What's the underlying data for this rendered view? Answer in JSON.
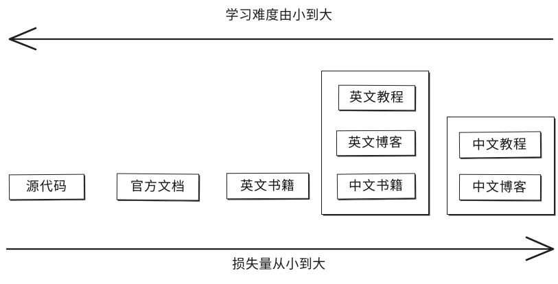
{
  "diagram": {
    "title_top": "学习难度由小到大",
    "title_bottom": "损失量从小到大",
    "top_axis": {
      "label": "学习难度由小到大",
      "direction": "left",
      "arrow_name": "left-arrow-icon"
    },
    "bottom_axis": {
      "label": "损失量从小到大",
      "direction": "right",
      "arrow_name": "right-arrow-icon"
    },
    "colors": {
      "stroke": "#1c1c1c",
      "text": "#141414",
      "background": "#ffffff"
    },
    "nodes": [
      {
        "label": "源代码"
      },
      {
        "label": "官方文档"
      },
      {
        "label": "英文书籍"
      }
    ],
    "groups": [
      {
        "name": "group-one",
        "items": [
          {
            "label": "英文教程"
          },
          {
            "label": "英文博客"
          },
          {
            "label": "中文书籍"
          }
        ]
      },
      {
        "name": "group-two",
        "items": [
          {
            "label": "中文教程"
          },
          {
            "label": "中文博客"
          }
        ]
      }
    ]
  }
}
